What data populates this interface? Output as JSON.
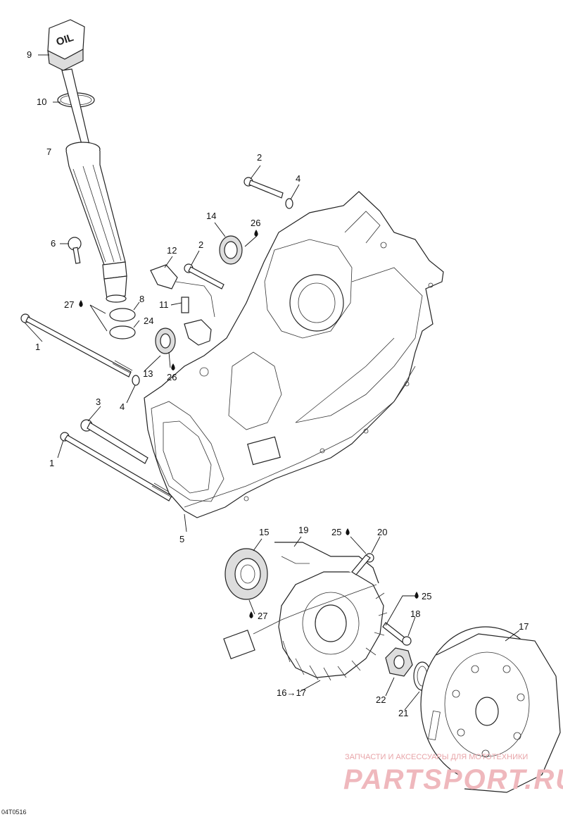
{
  "diagram": {
    "figure_code": "04T0516",
    "cap_label": "OIL",
    "watermark": {
      "line1": "ЗАПЧАСТИ И АКСЕССУАРЫ ДЛЯ МОТОТЕХНИКИ",
      "line2": "PARTSPORT.RU"
    },
    "callouts": {
      "c9": "9",
      "c10": "10",
      "c7": "7",
      "c6": "6",
      "c27a": "27",
      "c8": "8",
      "c24": "24",
      "c1a": "1",
      "c13": "13",
      "c26a": "26",
      "c4a": "4",
      "c3": "3",
      "c1b": "1",
      "c5": "5",
      "c2a": "2",
      "c4b": "4",
      "c14": "14",
      "c26b": "26",
      "c12": "12",
      "c2b": "2",
      "c11": "11",
      "c15": "15",
      "c19": "19",
      "c25a": "25",
      "c20": "20",
      "c27b": "27",
      "c25b": "25",
      "c18": "18",
      "c17": "17",
      "c16": "16→17",
      "c22": "22",
      "c21": "21"
    }
  }
}
